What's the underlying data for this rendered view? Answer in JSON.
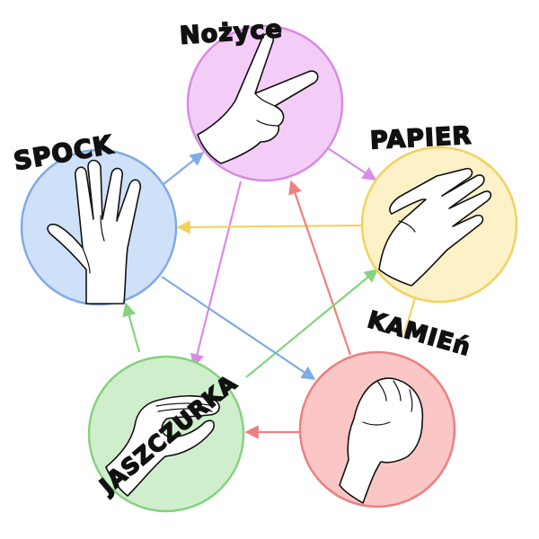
{
  "labels": {
    "scissors": "Nożyce",
    "paper": "PAPIER",
    "rock": "KAMIEń",
    "lizard": "JASZCZURKA",
    "spock": "SPOCK"
  },
  "icons": {
    "scissors": "scissors-hand-icon",
    "paper": "paper-hand-icon",
    "rock": "rock-fist-icon",
    "lizard": "lizard-hand-icon",
    "spock": "spock-hand-icon"
  },
  "colors": {
    "scissors": {
      "fill": "#f3cdf8",
      "stroke": "#d98be6"
    },
    "paper": {
      "fill": "#fdf1c7",
      "stroke": "#f2d25e"
    },
    "rock": {
      "fill": "#fbc6c6",
      "stroke": "#ee7f7f"
    },
    "lizard": {
      "fill": "#cfefcc",
      "stroke": "#86d27f"
    },
    "spock": {
      "fill": "#cfe0f9",
      "stroke": "#7fabe6"
    }
  }
}
